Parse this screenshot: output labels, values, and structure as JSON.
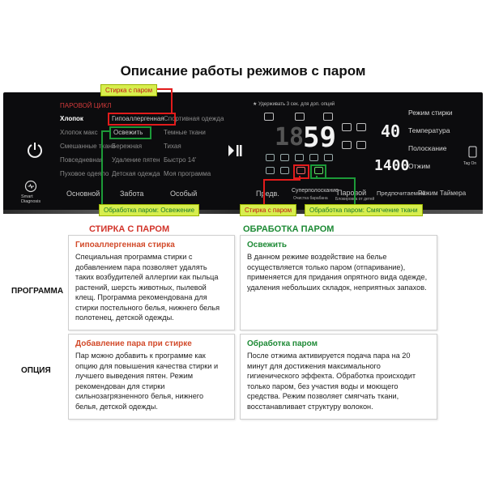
{
  "title": "Описание работы режимов с паром",
  "panel": {
    "category_label": "ПАРОВОЙ ЦИКЛ",
    "programs_left": [
      "Хлопок",
      "Хлопок макс",
      "Смешанные ткани",
      "Повседневная",
      "Пуховое одеяло"
    ],
    "programs_mid": [
      "Гипоаллергенная",
      "Освежить",
      "Бережная",
      "Удаление пятен",
      "Детская одежда"
    ],
    "programs_right": [
      "Спортивная одежда",
      "Темные ткани",
      "Тихая",
      "Быстро 14'",
      "Моя программа"
    ],
    "bottom_tabs": [
      "Основной",
      "Забота",
      "Особый"
    ],
    "lock_hint": "★ Удерживать 3 сек. для доп. опций",
    "display_digits": "59",
    "temp_value": "40",
    "spin_value": "1400",
    "right_buttons": [
      "Режим стирки",
      "Температура",
      "Полоскание",
      "Отжим"
    ],
    "option_buttons": [
      "Предв.",
      "Суперполоскание",
      "Паровой",
      "Предпочитаемый",
      "Режим Таймера"
    ],
    "option_sub": [
      "Очистка барабана",
      "Блокировка от детей"
    ],
    "smart_diag": "Smart Diagnosis",
    "tag_on": "Tag On"
  },
  "tags": {
    "steam_wash": "Стирка с паром",
    "refresh": "Обработка паром: Освежение",
    "steam_wash_bottom": "Стирка с паром",
    "soften": "Обработка паром: Смягчение ткани"
  },
  "columns": {
    "left": "СТИРКА С ПАРОМ",
    "right": "ОБРАБОТКА ПАРОМ"
  },
  "rows": {
    "program": "ПРОГРАММА",
    "option": "ОПЦИЯ"
  },
  "cards": {
    "prog_left": {
      "heading": "Гипоаллергенная стирка",
      "body": "Специальная программа стирки с добавлением пара позволяет удалять таких возбудителей аллергии как пыльца растений, шерсть животных, пылевой клещ.  Программа рекомендована для стирки постельного белья, нижнего белья полотенец, детской одежды."
    },
    "prog_right": {
      "heading": "Освежить",
      "body": "В данном режиме воздействие на белье осуществляется только паром (отпаривание), применяется для придания опрятного вида одежде, удаления небольших складок, неприятных запахов."
    },
    "opt_left": {
      "heading": "Добавление пара при стирке",
      "body": "Пар можно добавить к программе как опцию для повышения качества стирки и лучшего выведения  пятен. Режим рекомендован для стирки сильнозагрязненного белья, нижнего белья, детской одежды."
    },
    "opt_right": {
      "heading": "Обработка паром",
      "body": "После отжима активируется подача пара на 20 минут для достижения максимального гигиенического эффекта. Обработка происходит только паром, без участия воды и моющего средства. Режим позволяет смягчать ткани, восстанавливает структуру волокон."
    }
  },
  "colors": {
    "red": "#e21b1b",
    "green": "#1c9a38",
    "tag_bg": "#d7ee4d"
  }
}
